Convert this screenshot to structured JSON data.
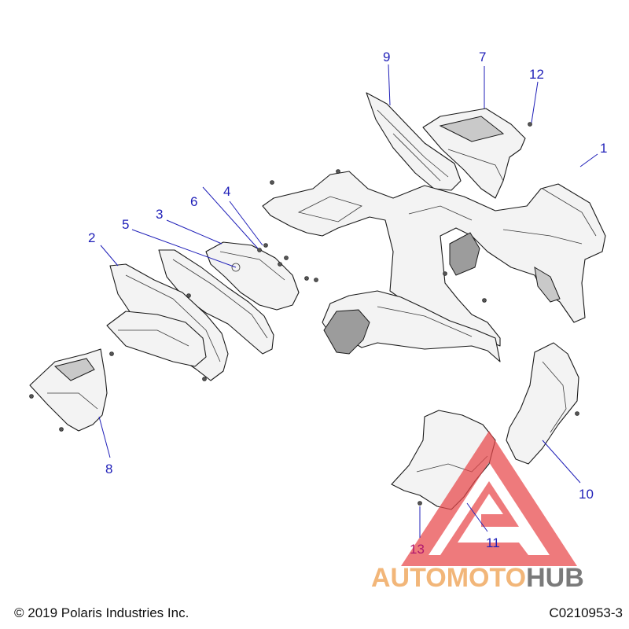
{
  "callouts": [
    {
      "id": "1",
      "color": "#1f1fb8"
    },
    {
      "id": "2",
      "color": "#1f1fb8"
    },
    {
      "id": "3",
      "color": "#1f1fb8"
    },
    {
      "id": "4",
      "color": "#1f1fb8"
    },
    {
      "id": "5",
      "color": "#1f1fb8"
    },
    {
      "id": "6",
      "color": "#1f1fb8"
    },
    {
      "id": "7",
      "color": "#1f1fb8"
    },
    {
      "id": "8",
      "color": "#1f1fb8"
    },
    {
      "id": "9",
      "color": "#1f1fb8"
    },
    {
      "id": "10",
      "color": "#1f1fb8"
    },
    {
      "id": "11",
      "color": "#1f1fb8"
    },
    {
      "id": "12",
      "color": "#1f1fb8"
    },
    {
      "id": "13",
      "color": "#b0186e"
    }
  ],
  "footer": {
    "copyright": "© 2019 Polaris Industries Inc.",
    "drawing_code": "C0210953-3"
  },
  "watermark": {
    "part1": "AUTO",
    "part2": "MOTO",
    "part3": "HUB",
    "triangle_color": "#e8474a"
  }
}
